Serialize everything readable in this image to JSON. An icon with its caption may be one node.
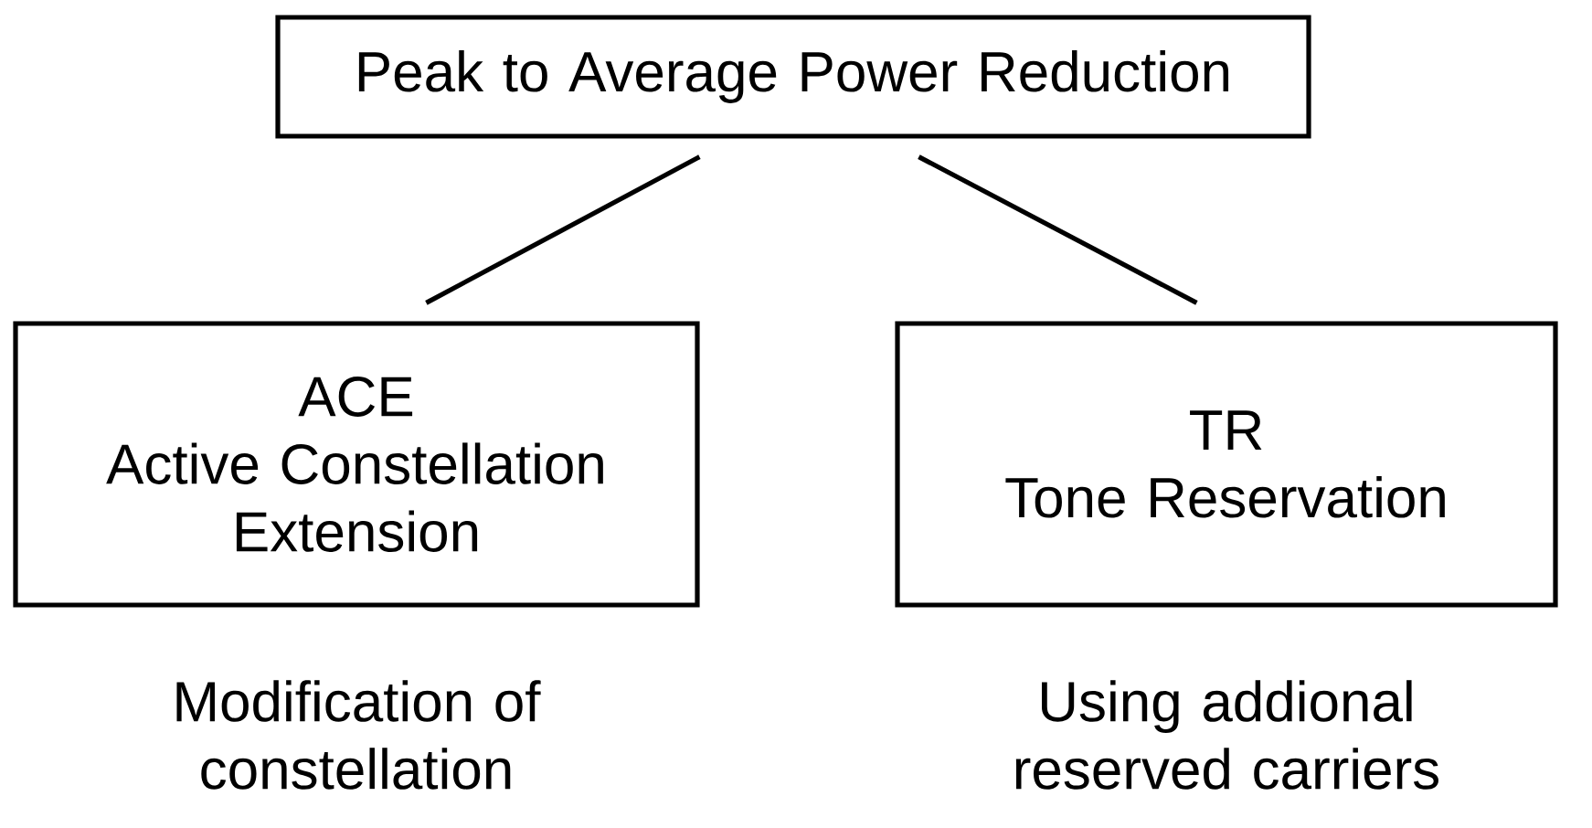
{
  "diagram": {
    "nodes": [
      {
        "text": [
          "Peak to Average Power Reduction"
        ]
      },
      {
        "text": [
          "ACE",
          "Active Constellation Extension"
        ],
        "beside": [
          "Modification of constellation"
        ]
      },
      {
        "text": [
          "TR",
          "Tone Reservation"
        ],
        "beside": [
          "Using addional reserved carriers"
        ]
      }
    ],
    "edges": [
      {
        "from": 0,
        "to": 1,
        "arrow": "none"
      },
      {
        "from": 0,
        "to": 2,
        "arrow": "none"
      }
    ]
  }
}
